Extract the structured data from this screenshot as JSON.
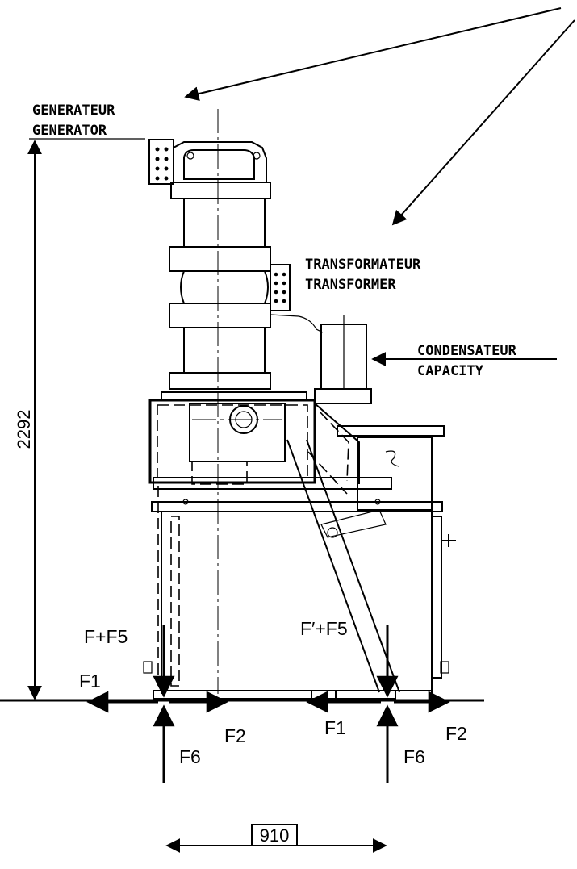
{
  "labels": {
    "generator_fr": "GENERATEUR",
    "generator_en": "GENERATOR",
    "transformer_fr": "TRANSFORMATEUR",
    "transformer_en": "TRANSFORMER",
    "capacitor_fr": "CONDENSATEUR",
    "capacitor_en": "CAPACITY"
  },
  "forces": {
    "left_vertical": "F+F5",
    "right_vertical": "F′+F5",
    "left_horizontal": "F1",
    "left_horizontal_2": "F2",
    "right_horizontal": "F1",
    "right_horizontal_2": "F2",
    "left_upward": "F6",
    "right_upward": "F6"
  },
  "dimensions": {
    "height": "2292",
    "base_width": "910"
  }
}
